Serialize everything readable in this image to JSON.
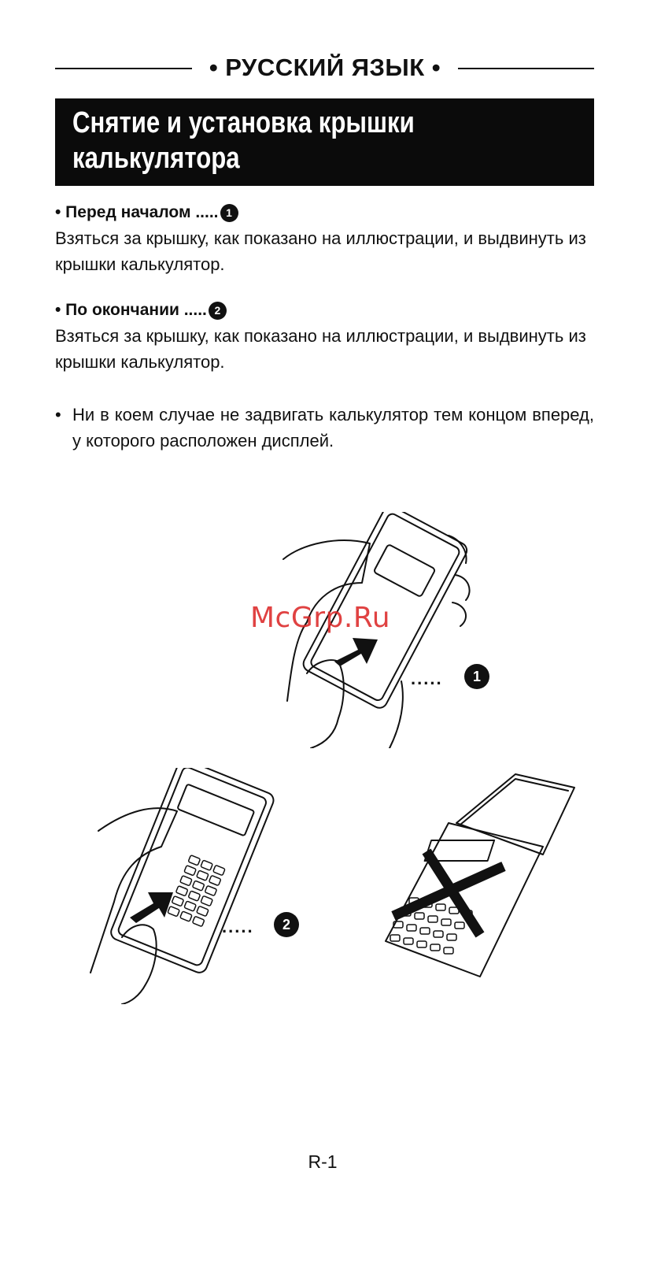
{
  "header": {
    "language": "• РУССКИЙ ЯЗЫК •"
  },
  "title": {
    "line1": "Снятие и установка крышки",
    "line2": "калькулятора"
  },
  "sections": [
    {
      "heading": "• Перед началом .....",
      "step": "1",
      "body": "Взяться за крышку, как показано на иллюстрации, и выдвинуть из крышки калькулятор."
    },
    {
      "heading": "• По окончании .....",
      "step": "2",
      "body": "Взяться за крышку, как показано на иллюстрации, и выдвинуть из крышки калькулятор."
    }
  ],
  "note": {
    "bullet": "•",
    "text": "Ни в коем случае не задвигать калькулятор тем концом вперед, у которого расположен дисплей."
  },
  "figures": {
    "callout1": {
      "dots": ".....",
      "step": "1"
    },
    "callout2": {
      "dots": ".....",
      "step": "2"
    }
  },
  "watermark": "McGrp.Ru",
  "footer": {
    "page": "R-1"
  }
}
